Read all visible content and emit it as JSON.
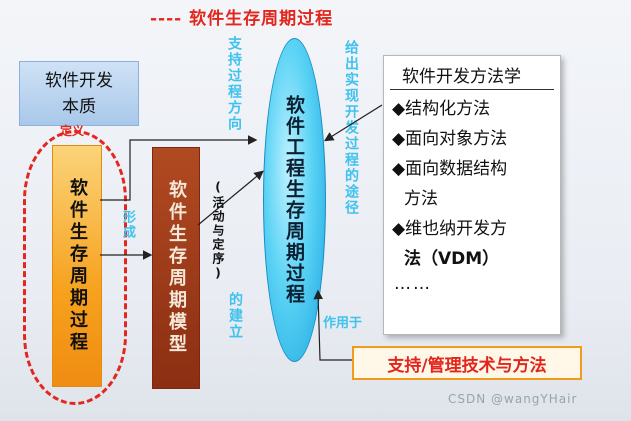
{
  "title": "---- 软件生存周期过程",
  "essence": {
    "line1": "软件开发",
    "line2": "本质"
  },
  "define_label": "定义",
  "lifecycle_process": "软件生存周期过程",
  "form_label": "形成",
  "lifecycle_model": "软件生存周期模型",
  "left_vertical": {
    "col1": "支持过程方向",
    "col2": "(活动与定序)",
    "col3": "的建立"
  },
  "engineering_process": "软件工程生存周期过程",
  "right_vertical": {
    "col1": "给出实现开发过程的途径"
  },
  "acts_on": "作用于",
  "methods": {
    "heading": "软件开发方法学",
    "items": [
      "◆结构化方法",
      "◆面向对象方法",
      "◆面向数据结构",
      "方法",
      "◆维也纳开发方",
      "法（VDM）"
    ],
    "more": "……"
  },
  "support_box": "支持/管理技术与方法",
  "watermark": "CSDN @wangYHair",
  "colors": {
    "title_red": "#e3261d",
    "cyan_text": "#3fc2ee",
    "orange": "#f6a21e",
    "brown": "#8b2e12"
  }
}
